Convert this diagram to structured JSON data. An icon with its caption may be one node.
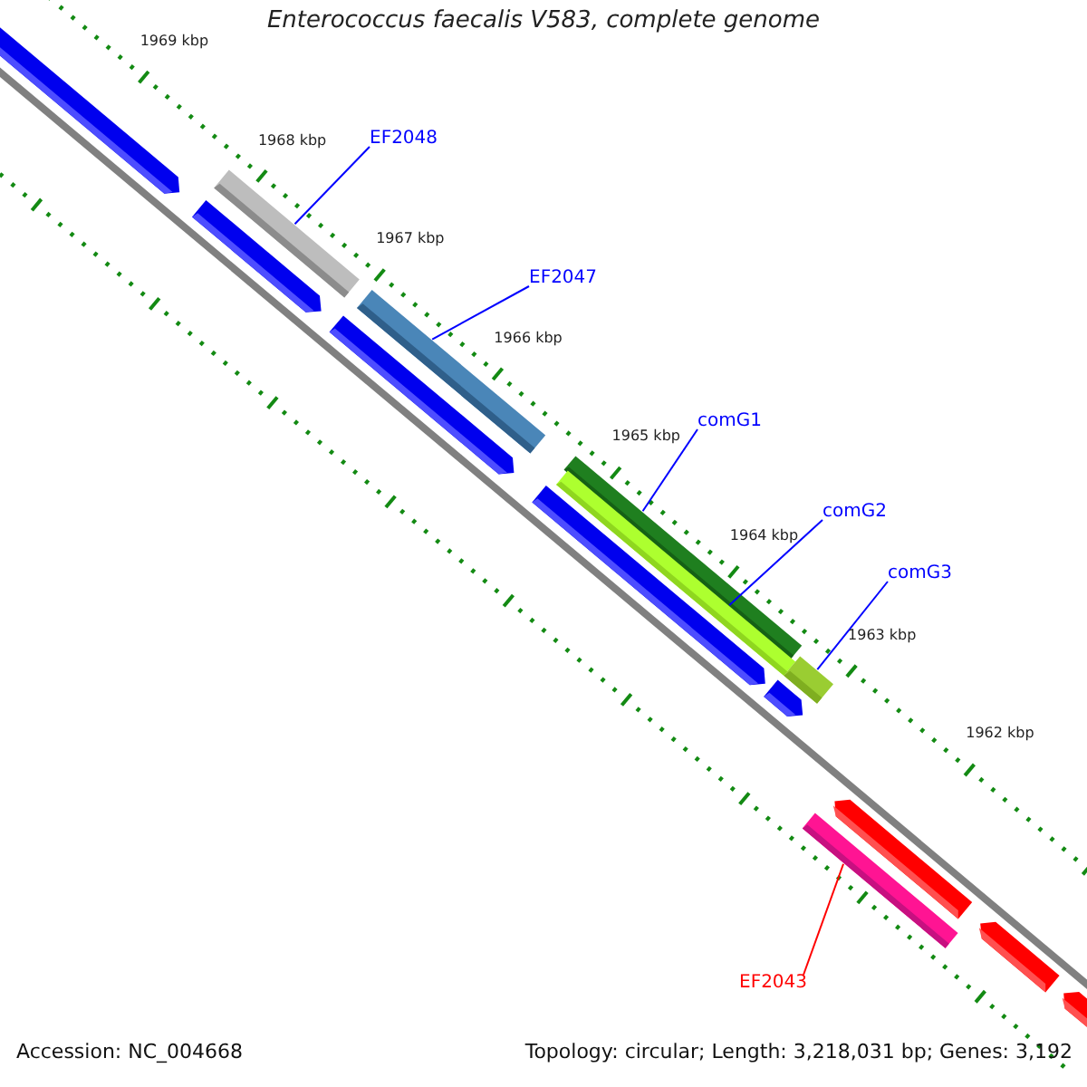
{
  "diagram": {
    "title": "Enterococcus faecalis V583, complete genome",
    "nodes": [
      {
        "text": [
          "EF2048"
        ]
      },
      {
        "text": [],
        "shape": "bar"
      },
      {
        "text": [
          "EF2047"
        ]
      },
      {
        "text": [],
        "shape": "bar"
      },
      {
        "text": [
          "comG1"
        ]
      },
      {
        "text": [],
        "shape": "bar"
      },
      {
        "text": [
          "comG2"
        ]
      },
      {
        "text": [],
        "shape": "bar"
      },
      {
        "text": [
          "comG3"
        ]
      },
      {
        "text": [],
        "shape": "bar"
      },
      {
        "text": [
          "EF2043"
        ]
      },
      {
        "text": [],
        "shape": "bar"
      }
    ],
    "edges": [
      {
        "from": 0,
        "to": 1,
        "arrow": "none"
      },
      {
        "from": 2,
        "to": 3,
        "arrow": "none"
      },
      {
        "from": 4,
        "to": 5,
        "arrow": "none"
      },
      {
        "from": 6,
        "to": 7,
        "arrow": "none"
      },
      {
        "from": 8,
        "to": 9,
        "arrow": "none"
      },
      {
        "from": 10,
        "to": 11,
        "arrow": "none",
        "color": "#ff0000"
      }
    ],
    "labels": [
      "1969 kbp",
      "1968 kbp",
      "1967 kbp",
      "1966 kbp",
      "1965 kbp",
      "1964 kbp",
      "1963 kbp",
      "1962 kbp",
      "Accession: NC_004668",
      "Topology: circular; Length: 3,218,031 bp; Genes: 3,192"
    ]
  }
}
